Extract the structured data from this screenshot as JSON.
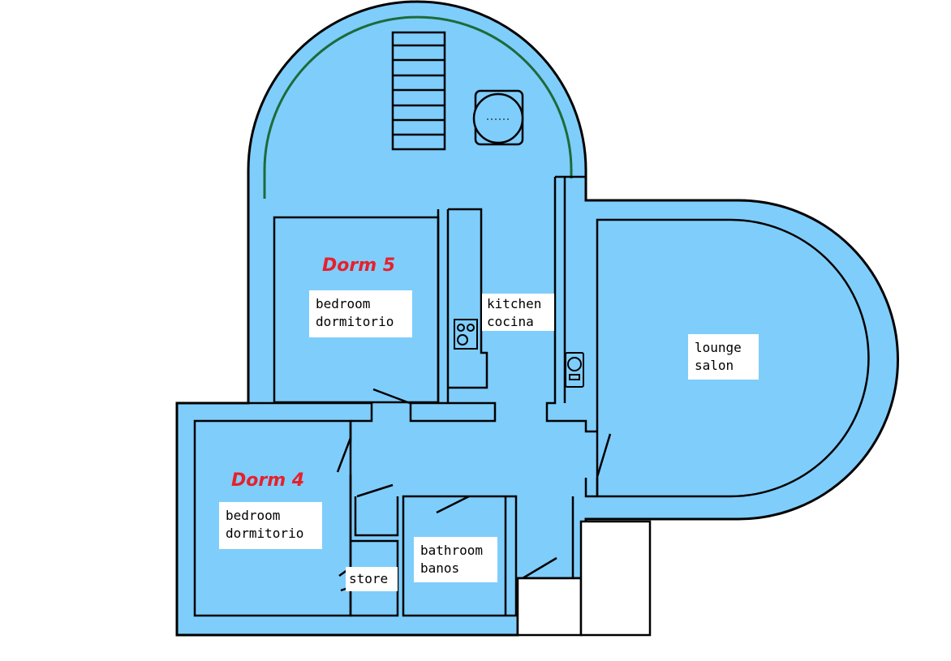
{
  "colors": {
    "floor": "#7fcdfb",
    "wall": "#000000",
    "rail": "#1c6b3a",
    "label_bg": "#ffffff",
    "dorm_title": "#e8202a"
  },
  "rooms": {
    "dorm5": {
      "title": "Dorm 5",
      "line1": "bedroom",
      "line2": "dormitorio"
    },
    "dorm4": {
      "title": "Dorm 4",
      "line1": "bedroom",
      "line2": "dormitorio"
    },
    "kitchen": {
      "line1": "kitchen",
      "line2": "cocina"
    },
    "lounge": {
      "line1": "lounge",
      "line2": "salon"
    },
    "bathroom": {
      "line1": "bathroom",
      "line2": "banos"
    },
    "store": {
      "line1": "store"
    }
  },
  "fixtures": [
    "staircase",
    "round-table",
    "stove-icon",
    "sink-icon"
  ]
}
